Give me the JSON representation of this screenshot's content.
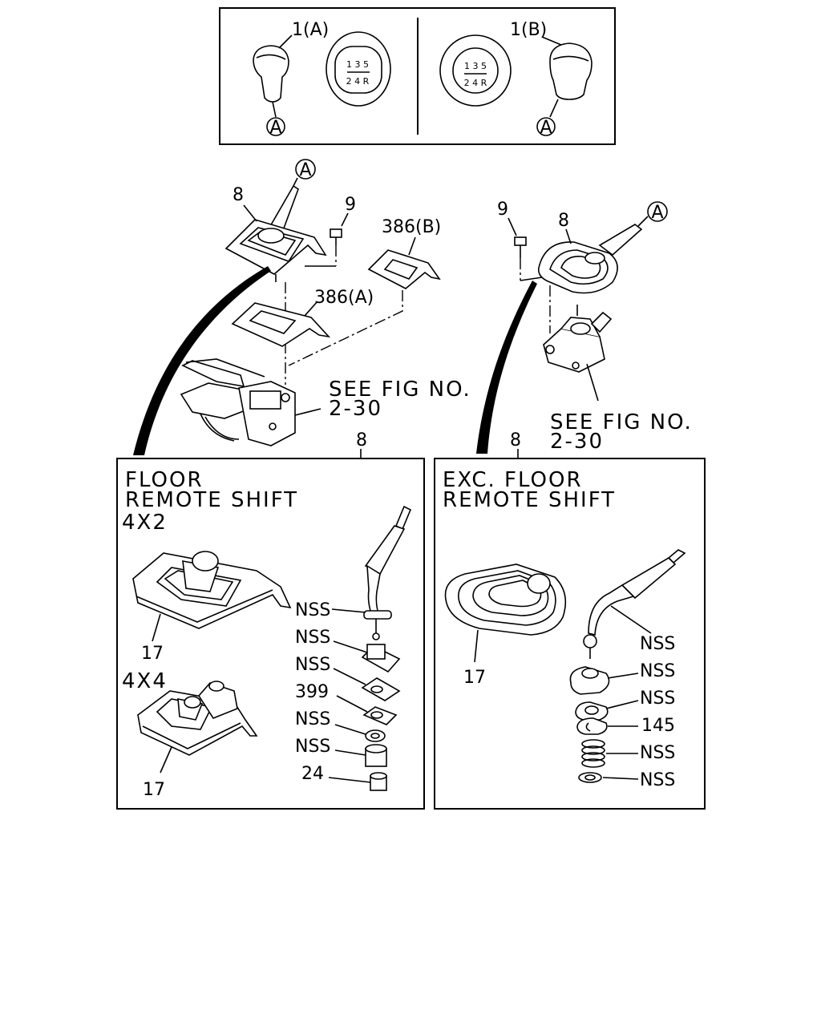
{
  "top_panel": {
    "knob_a_label": "1(A)",
    "knob_b_label": "1(B)",
    "ref_a": "A",
    "shift_pattern": {
      "top": "1 3 5",
      "bottom": "2 4 R"
    }
  },
  "upper_left": {
    "boot_label": "8",
    "bolt_label": "9",
    "plate_a_label": "386(A)",
    "plate_b_label": "386(B)",
    "ref_a": "A",
    "see_fig": "SEE FIG NO.",
    "fig_no": "2-30"
  },
  "upper_right": {
    "boot_label": "8",
    "bolt_label": "9",
    "ref_a": "A",
    "see_fig": "SEE FIG NO.",
    "fig_no": "2-30"
  },
  "left_box": {
    "pointer_label": "8",
    "title_line1": "FLOOR",
    "title_line2": "REMOTE SHIFT",
    "variant_4x2": "4X2",
    "variant_4x4": "4X4",
    "boot_4x2_label": "17",
    "boot_4x4_label": "17",
    "parts": [
      "NSS",
      "NSS",
      "NSS",
      "399",
      "NSS",
      "NSS",
      "24"
    ]
  },
  "right_box": {
    "pointer_label": "8",
    "title_line1": "EXC. FLOOR",
    "title_line2": "REMOTE SHIFT",
    "boot_label": "17",
    "parts": [
      "NSS",
      "NSS",
      "NSS",
      "145",
      "NSS",
      "NSS"
    ]
  }
}
